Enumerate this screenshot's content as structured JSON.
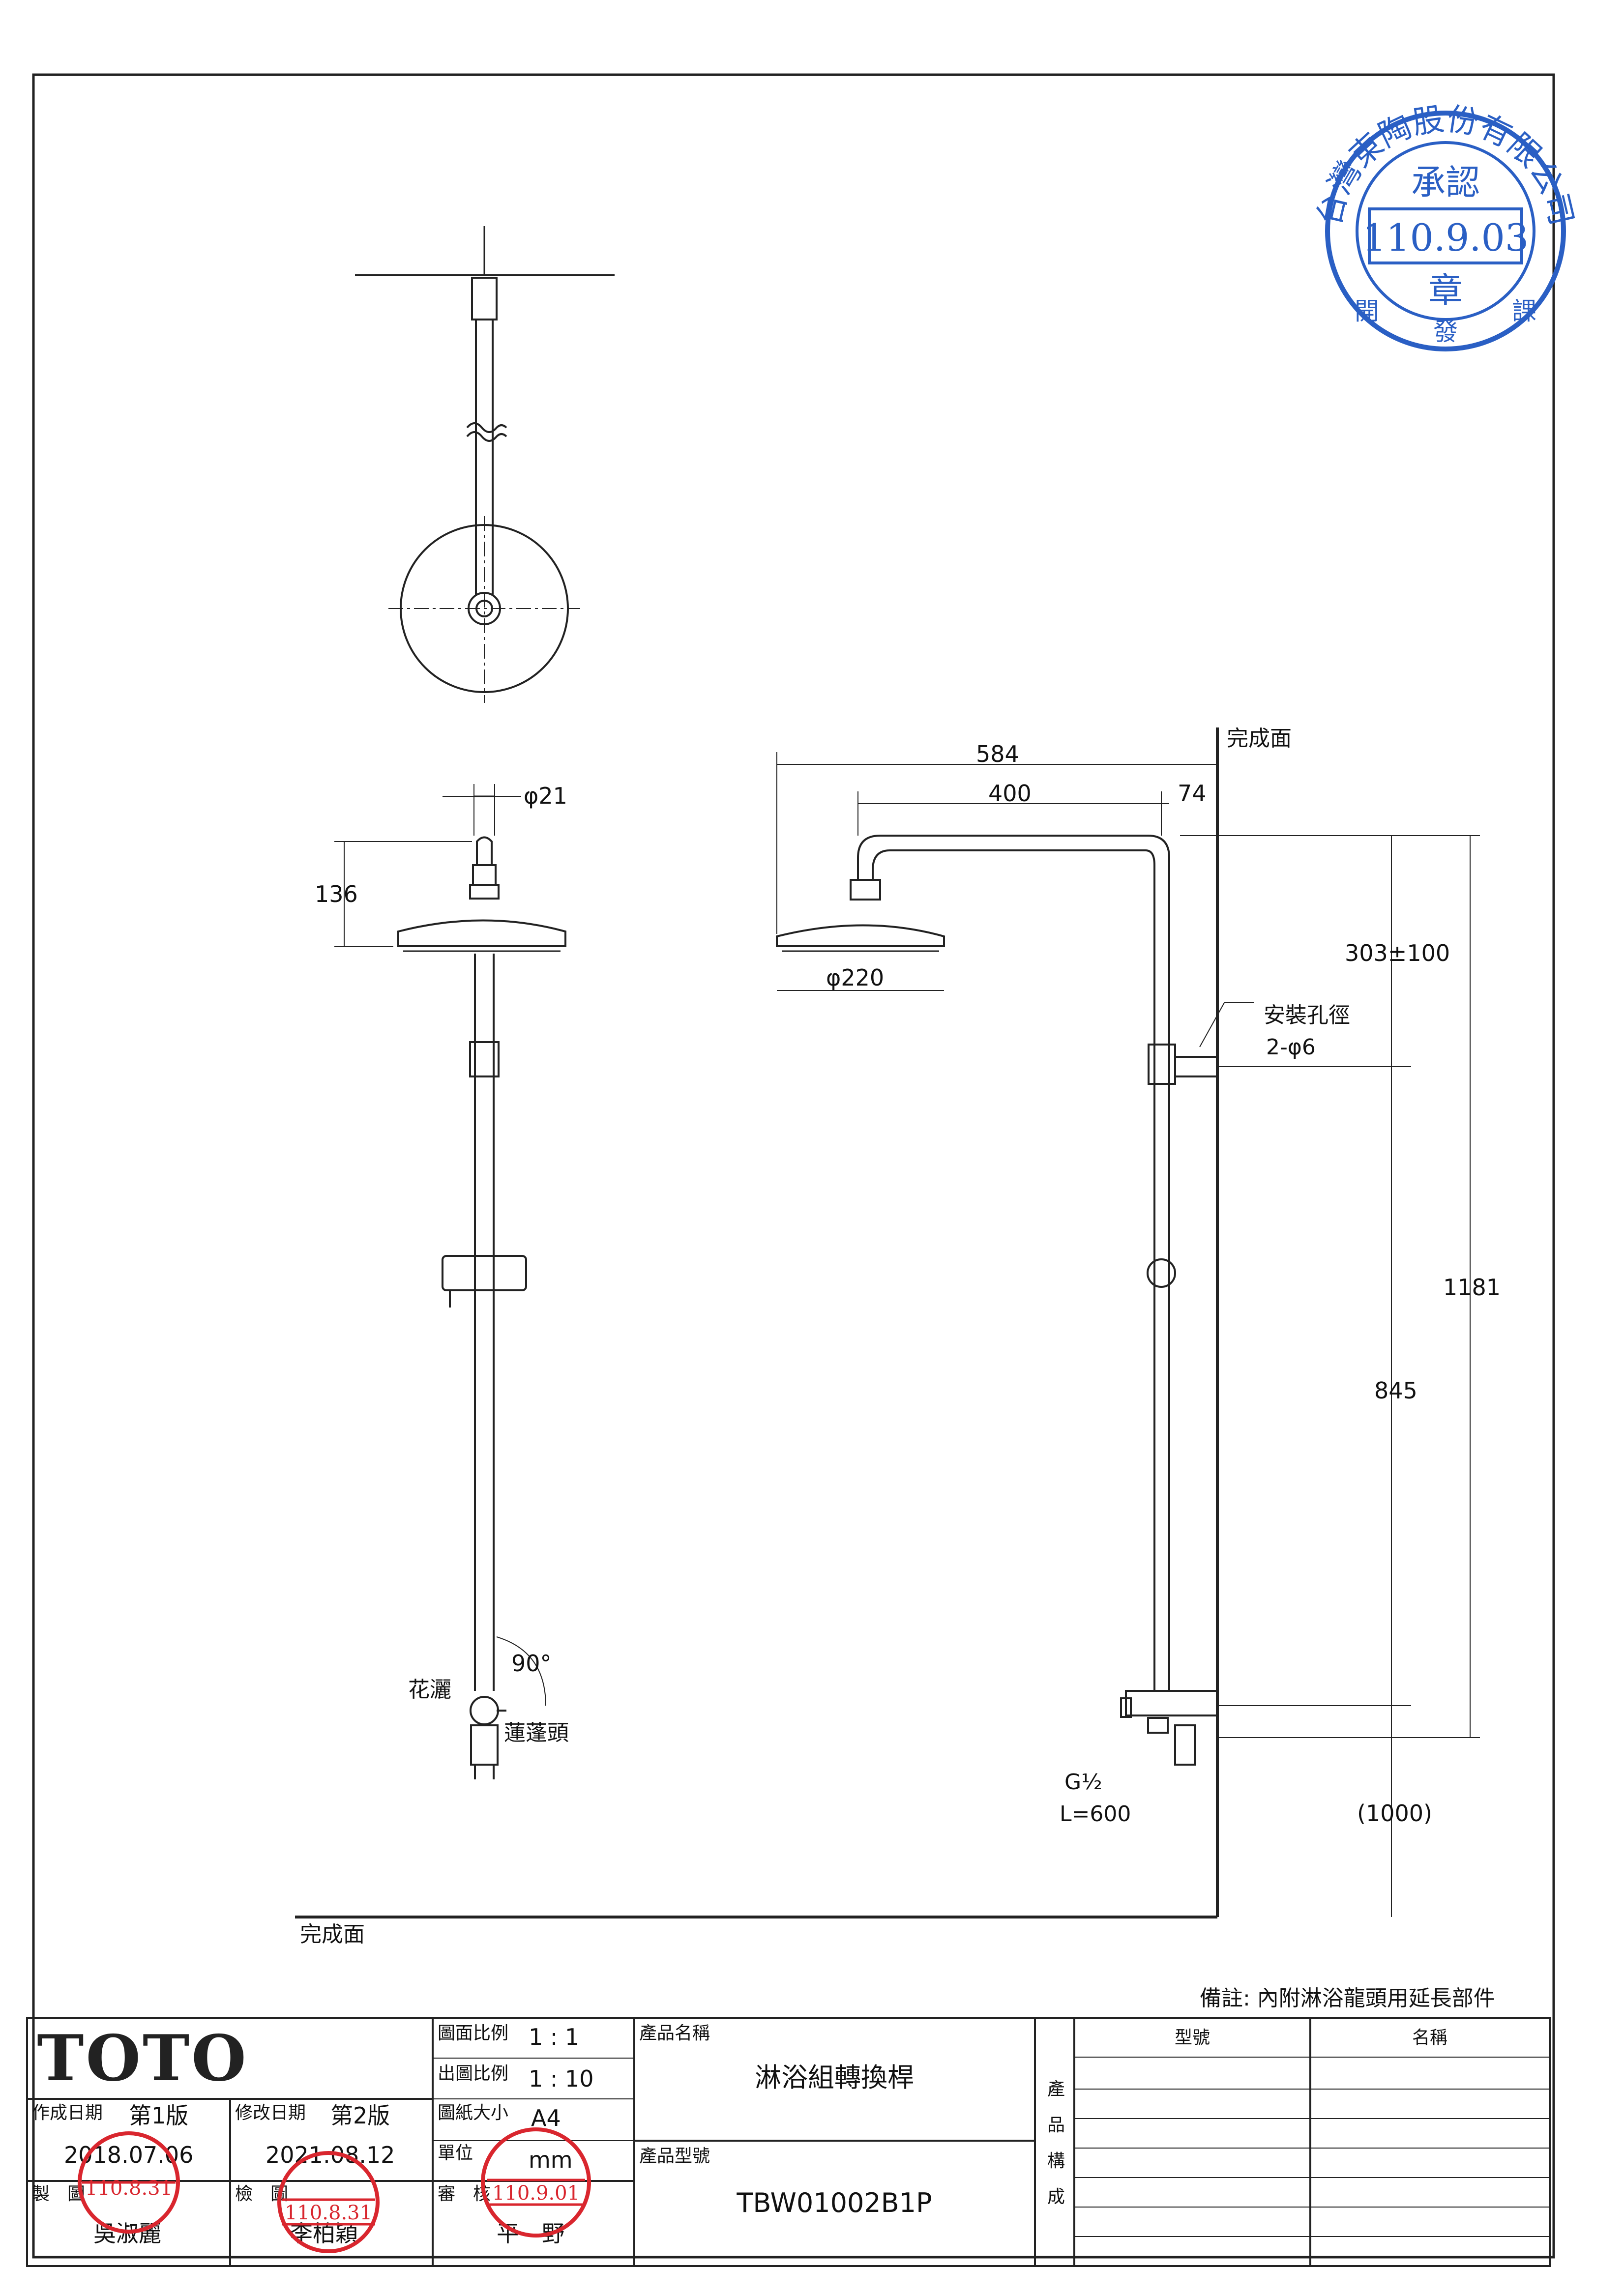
{
  "drawing": {
    "labels": {
      "finished_surface_top": "完成面",
      "finished_surface_bottom": "完成面",
      "hand_shower": "花灑",
      "shower_head": "蓮蓬頭",
      "mounting_hole_line1": "安裝孔徑",
      "mounting_hole_line2": "2-φ6",
      "thread": "G½",
      "hose_length": "L=600",
      "remark": "備註: 內附淋浴龍頭用延長部件"
    },
    "dimensions": {
      "phi21": "φ21",
      "d136": "136",
      "phi220": "φ220",
      "d584": "584",
      "d400": "400",
      "d74": "74",
      "d303": "303±100",
      "d1181": "1181",
      "d845": "845",
      "d1000": "(1000)",
      "angle90": "90°"
    }
  },
  "title_block": {
    "brand": "TOTO",
    "created_label": "作成日期",
    "created_edition": "第1版",
    "created_date": "2018.07.06",
    "modified_label": "修改日期",
    "modified_edition": "第2版",
    "modified_date": "2021.08.12",
    "drafted_label": "製　圖",
    "checked_label": "檢　圖",
    "reviewed_label": "審　核",
    "drafted_by": "吳淑麗",
    "checked_by": "李柏穎",
    "reviewed_by": "平　野",
    "scale_label": "圖面比例",
    "scale_value": "1 : 1",
    "print_scale_label": "出圖比例",
    "print_scale_value": "1 : 10",
    "paper_label": "圖紙大小",
    "paper_value": "A4",
    "unit_label": "單位",
    "unit_value": "mm",
    "product_name_label": "產品名稱",
    "product_name": "淋浴組轉換桿",
    "product_code_label": "產品型號",
    "product_code": "TBW01002B1P",
    "composition_label": [
      "產",
      "品",
      "構",
      "成"
    ],
    "col_model": "型號",
    "col_name": "名稱"
  },
  "stamps": {
    "approval": {
      "company": "台灣東陶股份有限公司",
      "word_top": "承認",
      "date": "110.9.03",
      "word_mid": "章",
      "word_bottom": "發",
      "side_left": "開",
      "side_right": "課",
      "color": "#2a5fc4"
    },
    "drafter": {
      "date": "110.8.31",
      "color": "#d9262e"
    },
    "checker": {
      "date": "110.8.31",
      "color": "#d9262e"
    },
    "reviewer": {
      "date": "110.9.01",
      "color": "#d9262e"
    }
  }
}
